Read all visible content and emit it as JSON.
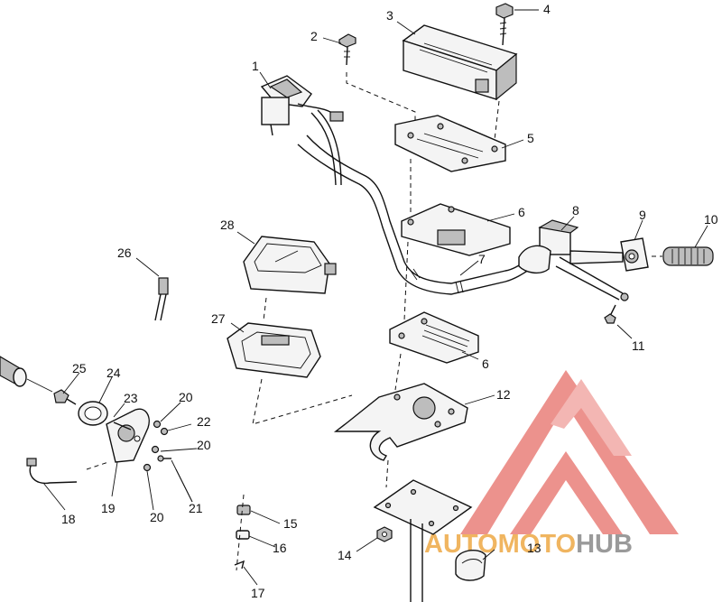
{
  "callouts": {
    "c1": "1",
    "c2": "2",
    "c3": "3",
    "c4": "4",
    "c5": "5",
    "c6a": "6",
    "c6b": "6",
    "c7": "7",
    "c8": "8",
    "c9": "9",
    "c10": "10",
    "c11": "11",
    "c12": "12",
    "c13": "13",
    "c14": "14",
    "c15": "15",
    "c16": "16",
    "c17": "17",
    "c18": "18",
    "c19": "19",
    "c20a": "20",
    "c20b": "20",
    "c20c": "20",
    "c21": "21",
    "c22": "22",
    "c23": "23",
    "c24": "24",
    "c25": "25",
    "c26": "26",
    "c27": "27",
    "c28": "28"
  },
  "watermark": {
    "part1": "AUTO",
    "part2": "MOTO",
    "part3": "HUB",
    "colors": {
      "triangle": "#e9807a",
      "text_primary": "#f0b560",
      "text_secondary": "#9a9a9a"
    }
  },
  "colors": {
    "line": "#111111",
    "background": "#ffffff",
    "part_shade": "#bdbdbd"
  }
}
